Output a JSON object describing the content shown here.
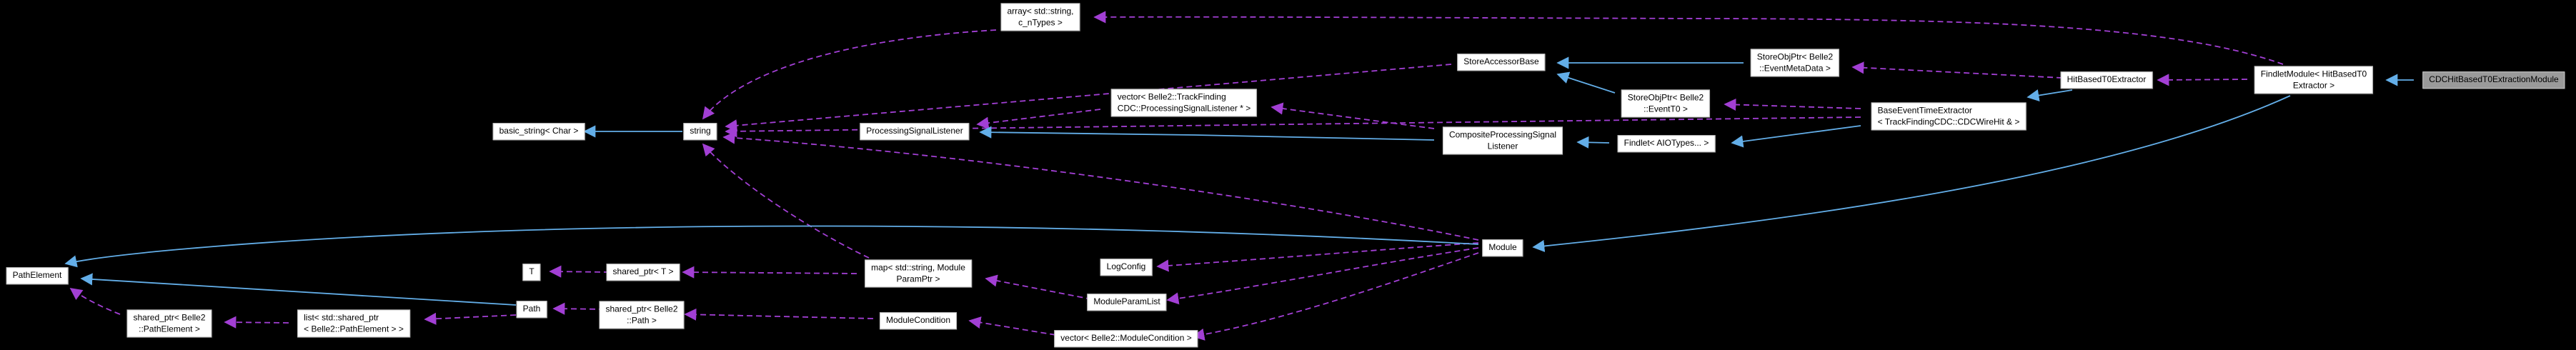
{
  "diagram": {
    "type": "class-collaboration-graph",
    "background": "#000000",
    "colors": {
      "background": "#000000",
      "node_fill": "#ffffff",
      "node_border": "#bcbcbc",
      "focus_fill": "#9a9a9a",
      "focus_border": "#c8c8c8",
      "text": "#000000",
      "inheritance_edge": "#63aee8",
      "usage_edge": "#a23fd4"
    },
    "nodes": {
      "array_string": {
        "label": "array< std::string,\nc_nTypes >"
      },
      "basic_string": {
        "label": "basic_string< Char >"
      },
      "string": {
        "label": "string"
      },
      "processing_signal_listener": {
        "label": "ProcessingSignalListener"
      },
      "vector_processing_signal_listener": {
        "label": "vector< Belle2::TrackFinding\nCDC::ProcessingSignalListener * >"
      },
      "composite_processing_signal_listener": {
        "label": "CompositeProcessingSignal\nListener"
      },
      "store_accessor_base": {
        "label": "StoreAccessorBase"
      },
      "store_obj_ptr_event_meta_data": {
        "label": "StoreObjPtr< Belle2\n::EventMetaData >"
      },
      "store_obj_ptr_event_t0": {
        "label": "StoreObjPtr< Belle2\n::EventT0 >"
      },
      "findlet_aiotypes": {
        "label": "Findlet< AIOTypes... >"
      },
      "base_event_time_extractor": {
        "label": "BaseEventTimeExtractor\n< TrackFindingCDC::CDCWireHit & >"
      },
      "hit_based_t0_extractor": {
        "label": "HitBasedT0Extractor"
      },
      "findlet_module": {
        "label": "FindletModule< HitBasedT0\nExtractor >"
      },
      "cdc_hit_based_t0_extraction_module": {
        "label": "CDCHitBasedT0ExtractionModule"
      },
      "module": {
        "label": "Module"
      },
      "path_element": {
        "label": "PathElement"
      },
      "shared_ptr_path_element": {
        "label": "shared_ptr< Belle2\n::PathElement >"
      },
      "list_shared_ptr_path_element": {
        "label": "list< std::shared_ptr\n< Belle2::PathElement > >"
      },
      "path": {
        "label": "Path"
      },
      "t": {
        "label": "T"
      },
      "shared_ptr_t": {
        "label": "shared_ptr< T >"
      },
      "shared_ptr_path": {
        "label": "shared_ptr< Belle2\n::Path >"
      },
      "map_module_param": {
        "label": "map< std::string, Module\nParamPtr >"
      },
      "module_condition": {
        "label": "ModuleCondition"
      },
      "log_config": {
        "label": "LogConfig"
      },
      "module_param_list": {
        "label": "ModuleParamList"
      },
      "vector_module_condition": {
        "label": "vector< Belle2::ModuleCondition >"
      }
    },
    "edges": [
      {
        "from": "string",
        "to": "basic_string",
        "type": "inheritance"
      },
      {
        "from": "store_obj_ptr_event_meta_data",
        "to": "store_accessor_base",
        "type": "inheritance"
      },
      {
        "from": "store_obj_ptr_event_t0",
        "to": "store_accessor_base",
        "type": "inheritance"
      },
      {
        "from": "composite_processing_signal_listener",
        "to": "processing_signal_listener",
        "type": "inheritance"
      },
      {
        "from": "findlet_aiotypes",
        "to": "composite_processing_signal_listener",
        "type": "inheritance"
      },
      {
        "from": "base_event_time_extractor",
        "to": "findlet_aiotypes",
        "type": "inheritance"
      },
      {
        "from": "hit_based_t0_extractor",
        "to": "base_event_time_extractor",
        "type": "inheritance"
      },
      {
        "from": "cdc_hit_based_t0_extraction_module",
        "to": "findlet_module",
        "type": "inheritance"
      },
      {
        "from": "findlet_module",
        "to": "module",
        "type": "inheritance"
      },
      {
        "from": "module",
        "to": "path_element",
        "type": "inheritance"
      },
      {
        "from": "path",
        "to": "path_element",
        "type": "inheritance"
      },
      {
        "from": "findlet_module",
        "to": "hit_based_t0_extractor",
        "type": "usage"
      },
      {
        "from": "findlet_module",
        "to": "array_string",
        "type": "usage"
      },
      {
        "from": "array_string",
        "to": "string",
        "type": "usage"
      },
      {
        "from": "hit_based_t0_extractor",
        "to": "store_obj_ptr_event_meta_data",
        "type": "usage"
      },
      {
        "from": "base_event_time_extractor",
        "to": "store_obj_ptr_event_t0",
        "type": "usage"
      },
      {
        "from": "base_event_time_extractor",
        "to": "string",
        "type": "usage"
      },
      {
        "from": "store_accessor_base",
        "to": "string",
        "type": "usage"
      },
      {
        "from": "module",
        "to": "string",
        "type": "usage"
      },
      {
        "from": "module",
        "to": "log_config",
        "type": "usage"
      },
      {
        "from": "module",
        "to": "module_param_list",
        "type": "usage"
      },
      {
        "from": "module",
        "to": "vector_module_condition",
        "type": "usage"
      },
      {
        "from": "module_param_list",
        "to": "map_module_param",
        "type": "usage"
      },
      {
        "from": "map_module_param",
        "to": "shared_ptr_t",
        "type": "usage"
      },
      {
        "from": "map_module_param",
        "to": "string",
        "type": "usage"
      },
      {
        "from": "shared_ptr_t",
        "to": "t",
        "type": "usage"
      },
      {
        "from": "vector_module_condition",
        "to": "module_condition",
        "type": "usage"
      },
      {
        "from": "module_condition",
        "to": "shared_ptr_path",
        "type": "usage"
      },
      {
        "from": "shared_ptr_path",
        "to": "path",
        "type": "usage"
      },
      {
        "from": "path",
        "to": "list_shared_ptr_path_element",
        "type": "usage"
      },
      {
        "from": "list_shared_ptr_path_element",
        "to": "shared_ptr_path_element",
        "type": "usage"
      },
      {
        "from": "shared_ptr_path_element",
        "to": "path_element",
        "type": "usage"
      }
    ]
  }
}
